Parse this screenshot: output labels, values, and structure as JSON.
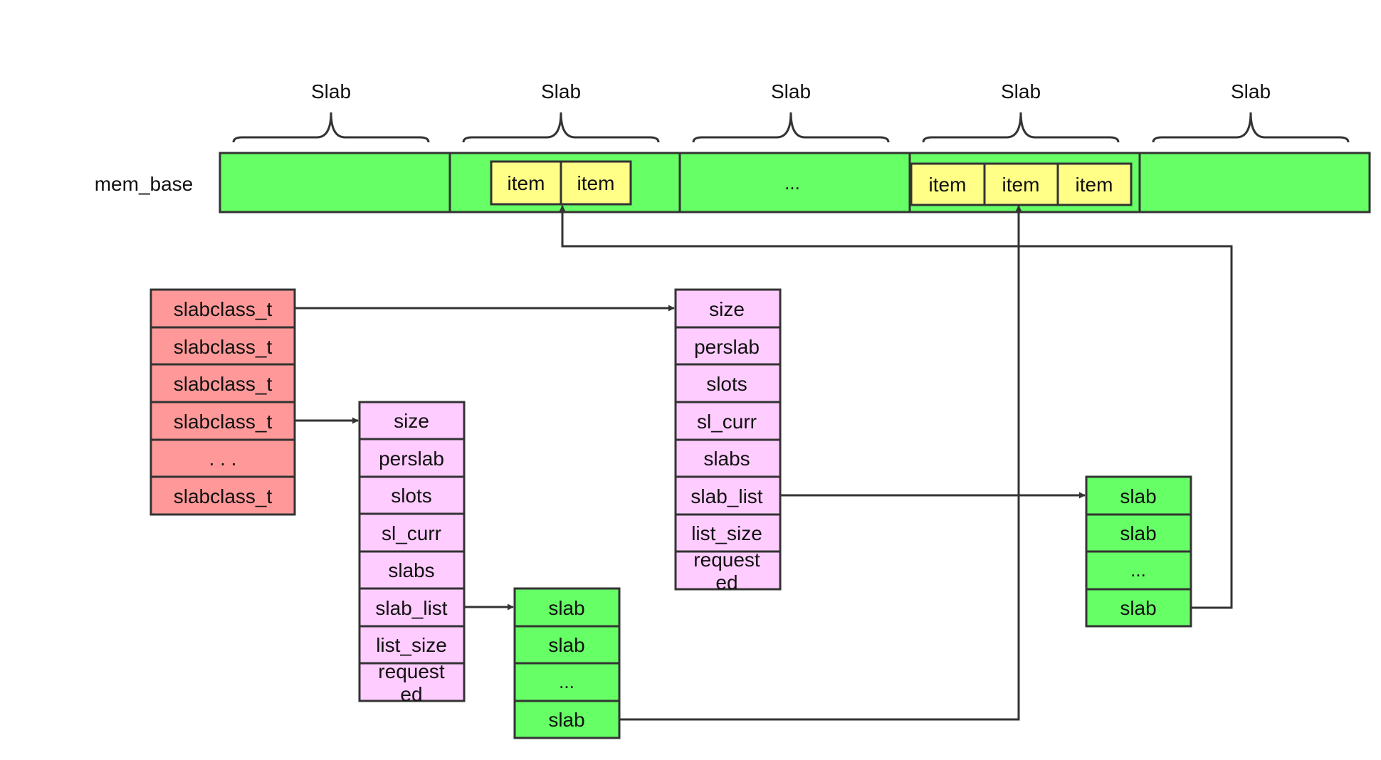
{
  "diagram": {
    "colors": {
      "slab_green": "#66ff66",
      "item_yellow": "#ffff88",
      "class_red": "#ff9999",
      "field_pink": "#ffccff",
      "line": "#333333"
    },
    "slab_headers": [
      "Slab",
      "Slab",
      "Slab",
      "Slab",
      "Slab"
    ],
    "mem_base_label": "mem_base",
    "mem_row": {
      "slab2_items": [
        "item",
        "item"
      ],
      "slab3_text": "...",
      "slab4_items": [
        "item",
        "item",
        "item"
      ]
    },
    "slabclass_list": [
      "slabclass_t",
      "slabclass_t",
      "slabclass_t",
      "slabclass_t",
      ". . .",
      "slabclass_t"
    ],
    "struct_a_fields": [
      "size",
      "perslab",
      "slots",
      "sl_curr",
      "slabs",
      "slab_list",
      "list_size",
      "request",
      "ed"
    ],
    "struct_b_fields": [
      "size",
      "perslab",
      "slots",
      "sl_curr",
      "slabs",
      "slab_list",
      "list_size",
      "request",
      "ed"
    ],
    "slab_list_a": [
      "slab",
      "slab",
      "...",
      "slab"
    ],
    "slab_list_b": [
      "slab",
      "slab",
      "...",
      "slab"
    ]
  }
}
